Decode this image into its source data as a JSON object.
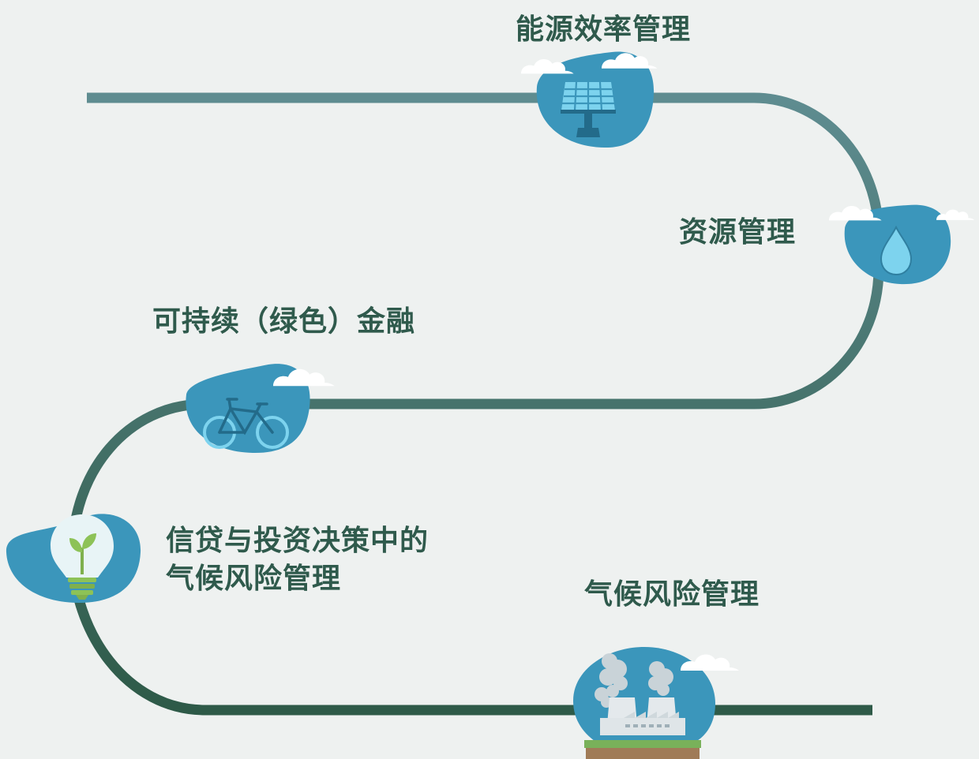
{
  "steps": [
    {
      "id": "energy",
      "label": "能源效率管理",
      "icon": "solar-panel-icon"
    },
    {
      "id": "resource",
      "label": "资源管理",
      "icon": "water-drop-icon"
    },
    {
      "id": "finance",
      "label": "可持续（绿色）金融",
      "icon": "bicycle-icon"
    },
    {
      "id": "credit",
      "label_line1": "信贷与投资决策中的",
      "label_line2": "气候风险管理",
      "icon": "lightbulb-sprout-icon"
    },
    {
      "id": "climate",
      "label": "气候风险管理",
      "icon": "factory-icon"
    }
  ],
  "colors": {
    "background": "#eef1f0",
    "path_top": "#5b8a8c",
    "path_bottom": "#2f5a4c",
    "blob": "#3b96bb",
    "icon_light": "#7dd3ee",
    "text": "#2f5a4c"
  }
}
